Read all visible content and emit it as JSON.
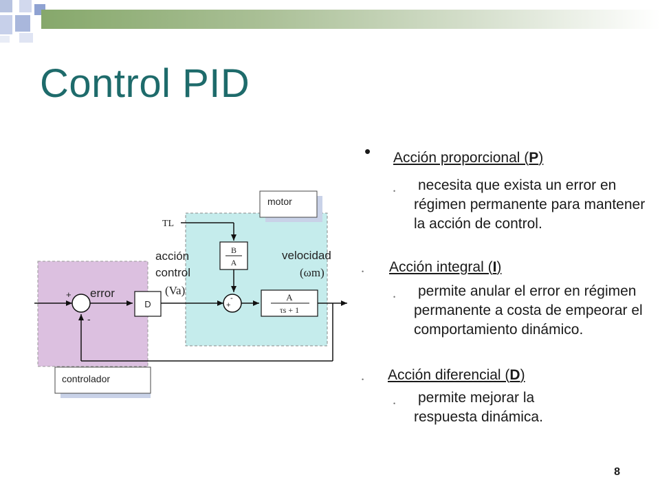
{
  "slide": {
    "title": "Control PID",
    "page_number": "8",
    "accent_color": "#1e6b6b"
  },
  "diagram": {
    "motor_label": "motor",
    "controller_label": "controlador",
    "tl_label": "TL",
    "block_ba_num": "B",
    "block_ba_den": "A",
    "block_d": "D",
    "block_plant_num": "A",
    "block_plant_den": "τs + 1",
    "error_label": "error",
    "plus_sign": "+",
    "minus_sign": "-",
    "sum2_minus": "-",
    "sum2_plus": "+",
    "accion_label": "acción",
    "control_label": "control",
    "va_label": "(Va)",
    "velocidad_label": "velocidad",
    "wm_label": "(ωm)",
    "motor_region_color": "#c5ecec",
    "controller_region_color": "#dcc0e0"
  },
  "content": {
    "p_heading_pre": "Acción proporcional (",
    "p_heading_letter": "P",
    "p_heading_post": ")",
    "p_detail": "necesita que exista un error en régimen permanente para mantener la acción de control.",
    "i_heading_pre": "Acción integral (",
    "i_heading_letter": "I",
    "i_heading_post": ")",
    "i_detail": "permite anular el error en régimen permanente a costa de empeorar el comportamiento dinámico.",
    "d_heading_pre": "Acción diferencial (",
    "d_heading_letter": "D",
    "d_heading_post": ")",
    "d_detail": "permite mejorar la respuesta dinámica."
  }
}
